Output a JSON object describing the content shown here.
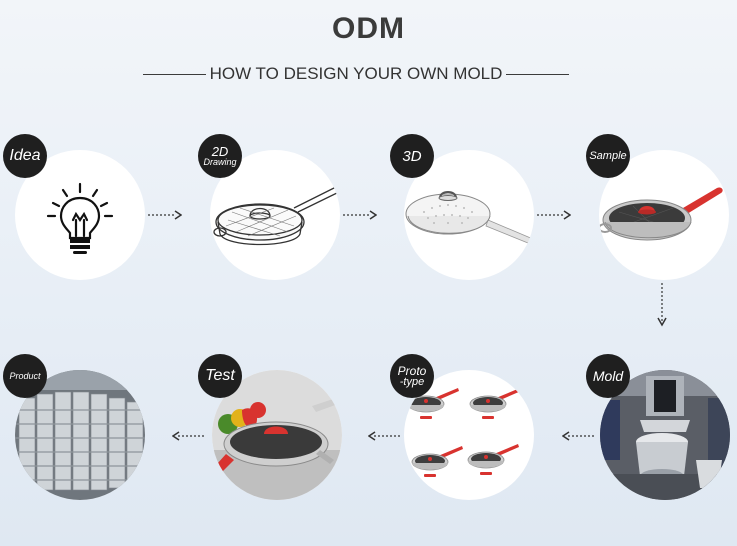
{
  "header": {
    "title": "ODM",
    "subtitle": "HOW TO DESIGN YOUR OWN MOLD"
  },
  "steps": [
    {
      "id": "idea",
      "label": "Idea",
      "label_line2": ""
    },
    {
      "id": "2d",
      "label": "2D",
      "label_line2": "Drawing"
    },
    {
      "id": "3d",
      "label": "3D",
      "label_line2": ""
    },
    {
      "id": "sample",
      "label": "Sample",
      "label_line2": ""
    },
    {
      "id": "mold",
      "label": "Mold",
      "label_line2": ""
    },
    {
      "id": "prototype",
      "label": "Proto",
      "label_line2": "-type"
    },
    {
      "id": "test",
      "label": "Test",
      "label_line2": ""
    },
    {
      "id": "product",
      "label": "Product",
      "label_line2": ""
    }
  ],
  "colors": {
    "badge": "#1f1f1f",
    "accent_red": "#d8332f",
    "arrow": "#333333"
  },
  "icons": {
    "idea": "lightbulb-icon",
    "arrow": "dashed-arrow-icon"
  }
}
